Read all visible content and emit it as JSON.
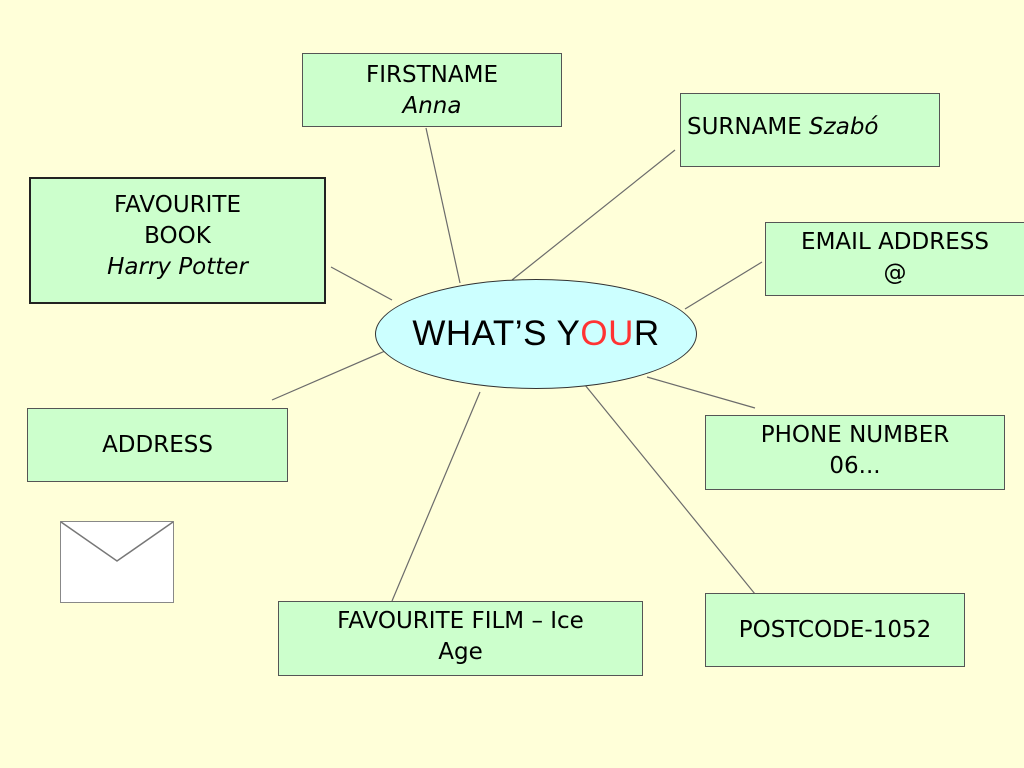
{
  "center": {
    "text_a": "WHAT’S Y",
    "text_accent": "OU",
    "text_b": "R",
    "accent_color": "#ff3333"
  },
  "nodes": {
    "firstname": {
      "label": "FIRSTNAME",
      "value": "Anna"
    },
    "surname": {
      "label": "SURNAME",
      "value": "Szabó"
    },
    "email": {
      "label": "EMAIL ADDRESS",
      "value": "@"
    },
    "phone": {
      "label": "PHONE NUMBER",
      "value": "06..."
    },
    "postcode": {
      "label": "POSTCODE-1052"
    },
    "film": {
      "label_line1": "FAVOURITE FILM – Ice",
      "label_line2": "Age"
    },
    "address": {
      "label": "ADDRESS"
    },
    "book": {
      "label_line1": "FAVOURITE",
      "label_line2": "BOOK",
      "value": "Harry Potter"
    }
  },
  "icons": {
    "envelope": "envelope-icon"
  },
  "colors": {
    "background": "#ffffd9",
    "box_fill": "#ccffcc",
    "center_fill": "#ccffff"
  }
}
